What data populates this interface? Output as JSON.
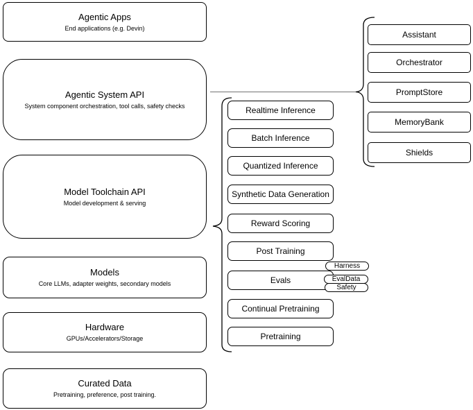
{
  "stack": [
    {
      "title": "Agentic Apps",
      "subtitle": "End applications (e.g. Devin)"
    },
    {
      "title": "Agentic System API",
      "subtitle": "System component orchestration, tool calls, safety checks"
    },
    {
      "title": "Model Toolchain API",
      "subtitle": "Model development & serving"
    },
    {
      "title": "Models",
      "subtitle": "Core LLMs, adapter weights, secondary models"
    },
    {
      "title": "Hardware",
      "subtitle": "GPUs/Accelerators/Storage"
    },
    {
      "title": "Curated Data",
      "subtitle": "Pretraining, preference, post training."
    }
  ],
  "toolchain_items": [
    "Realtime Inference",
    "Batch Inference",
    "Quantized Inference",
    "Synthetic Data Generation",
    "Reward Scoring",
    "Post Training",
    "Evals",
    "Continual Pretraining",
    "Pretraining"
  ],
  "eval_tags": [
    "Harness",
    "EvalData",
    "Safety"
  ],
  "system_items": [
    "Assistant",
    "Orchestrator",
    "PromptStore",
    "MemoryBank",
    "Shields"
  ],
  "colors": {
    "border": "#000000",
    "fill": "#ffffff",
    "connector": "#717171",
    "text": "#000000"
  }
}
